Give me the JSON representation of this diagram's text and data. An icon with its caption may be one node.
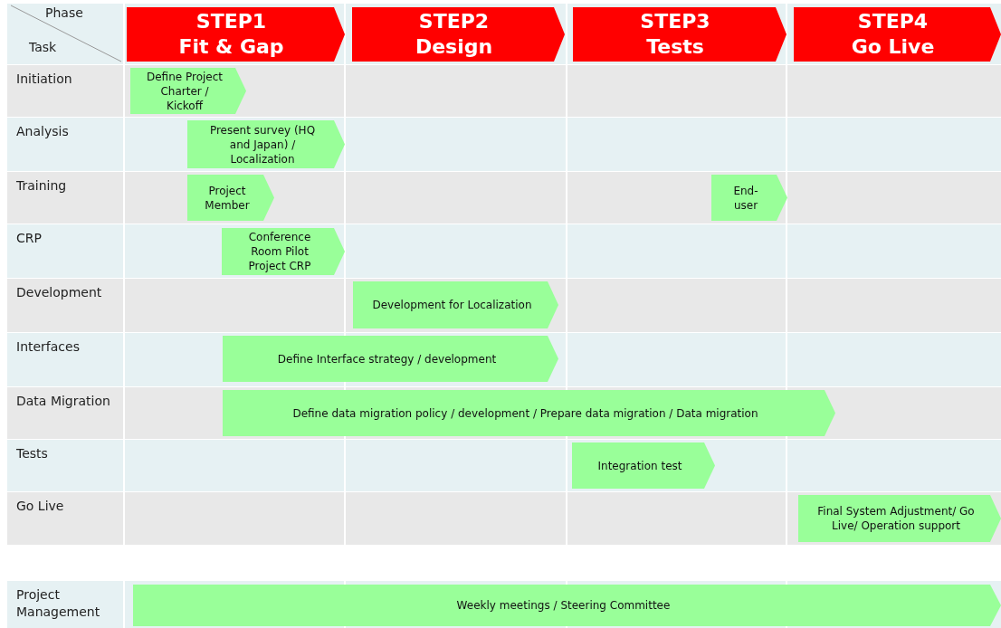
{
  "diagram": {
    "nodes": [
      {
        "text": [
          "STEP1",
          "Fit & Gap"
        ]
      },
      {
        "text": [
          "STEP2",
          "Design"
        ]
      },
      {
        "text": [
          "STEP3",
          "Tests"
        ]
      },
      {
        "text": [
          "STEP4",
          "Go Live"
        ]
      },
      {
        "text": [
          "Define Project Charter / Kickoff"
        ]
      },
      {
        "text": [
          "Present survey (HQ and Japan) / Localization"
        ]
      },
      {
        "text": [
          "Project Member"
        ]
      },
      {
        "text": [
          "End-user"
        ]
      },
      {
        "text": [
          "Conference Room Pilot Project CRP"
        ]
      },
      {
        "text": [
          "Development for Localization"
        ]
      },
      {
        "text": [
          "Define Interface strategy / development"
        ]
      },
      {
        "text": [
          "Define data migration policy / development /  Prepare data migration / Data migration"
        ]
      },
      {
        "text": [
          "Integration test"
        ]
      },
      {
        "text": [
          "Final System Adjustment/ Go Live/ Operation support"
        ]
      },
      {
        "text": [
          "Weekly meetings / Steering Committee"
        ]
      }
    ],
    "edges": [],
    "labels": [
      "Phase",
      "Task",
      "Initiation",
      "Analysis",
      "Training",
      "CRP",
      "Development",
      "Interfaces",
      "Data Migration",
      "Tests",
      "Go Live",
      "Project Management"
    ]
  }
}
